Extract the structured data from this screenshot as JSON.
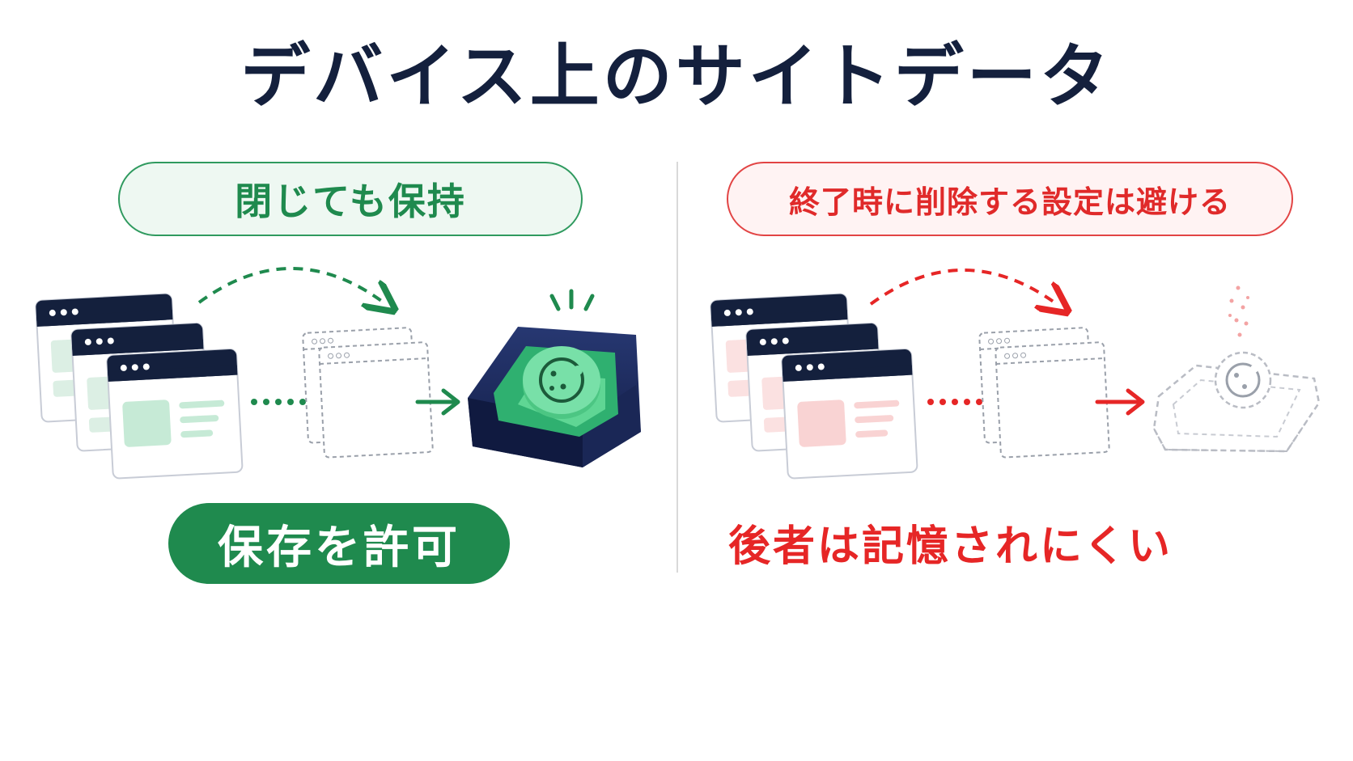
{
  "title": "デバイス上のサイトデータ",
  "left": {
    "label": "閉じても保持",
    "result_label": "保存を許可",
    "accent_color": "#1f8a4e",
    "icons": [
      "browser-windows-icon",
      "dashed-window-icon",
      "cookie-tray-icon"
    ]
  },
  "right": {
    "label": "終了時に削除する設定は避ける",
    "result_label": "後者は記憶されにくい",
    "accent_color": "#e62626",
    "icons": [
      "browser-windows-icon",
      "dashed-window-icon",
      "faded-cookie-tray-icon"
    ]
  },
  "colors": {
    "title": "#14203d",
    "window_header": "#14203d",
    "tray": "#1c2a5c",
    "cookie": "#5fd694",
    "divider": "#d9d9d9"
  }
}
